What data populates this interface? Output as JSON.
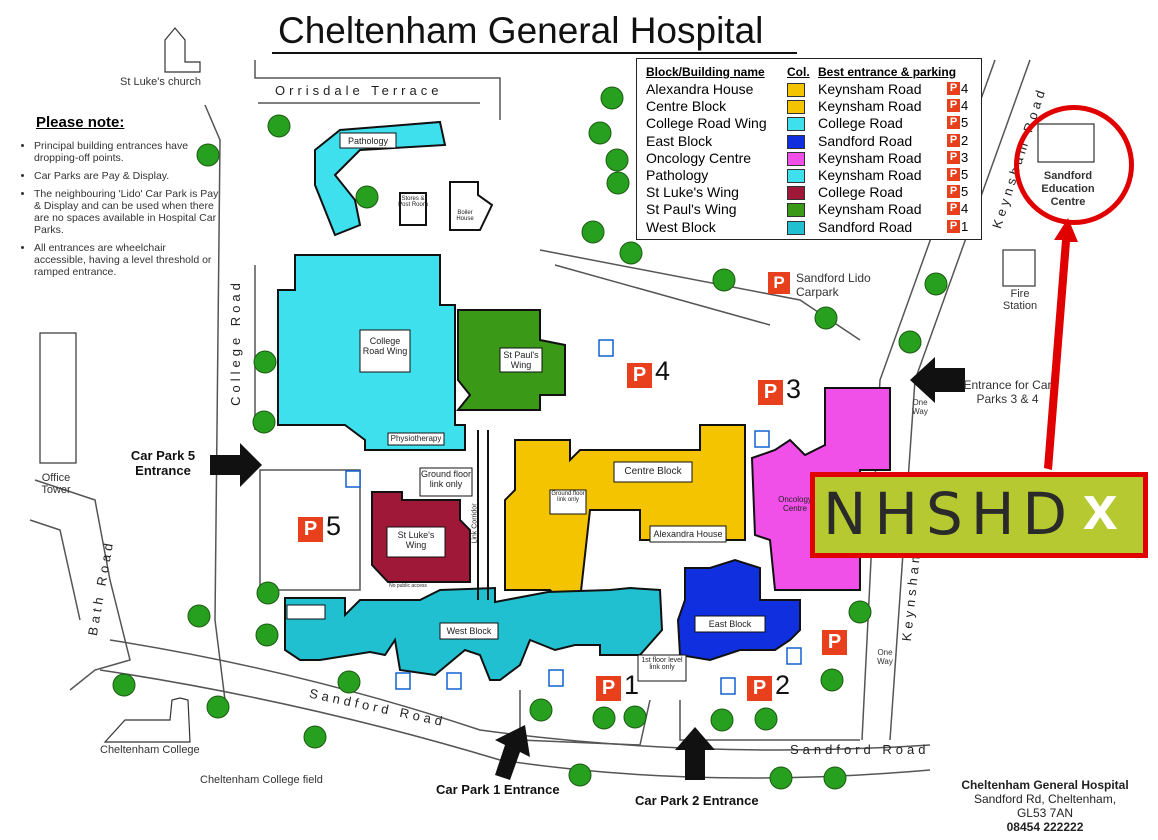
{
  "title": "Cheltenham General Hospital",
  "notes": {
    "heading": "Please note:",
    "items": [
      "Principal building entrances have dropping-off points.",
      "Car Parks are Pay & Display.",
      "The neighbouring 'Lido' Car Park is Pay & Display and can be used when there are no spaces available in Hospital Car Parks.",
      "All entrances are wheelchair accessible, having a level threshold or ramped entrance."
    ]
  },
  "legend": {
    "col_building": "Block/Building name",
    "col_colour": "Col.",
    "col_entrance": "Best entrance & parking",
    "rows": [
      {
        "name": "Alexandra House",
        "color": "#f5c400",
        "entrance": "Keynsham Road",
        "p": "P",
        "num": "4"
      },
      {
        "name": "Centre Block",
        "color": "#f5c400",
        "entrance": "Keynsham Road",
        "p": "P",
        "num": "4"
      },
      {
        "name": "College Road Wing",
        "color": "#3fe0ee",
        "entrance": "College Road",
        "p": "P",
        "num": "5"
      },
      {
        "name": "East Block",
        "color": "#1030e0",
        "entrance": "Sandford Road",
        "p": "P",
        "num": "2"
      },
      {
        "name": "Oncology Centre",
        "color": "#f050e8",
        "entrance": "Keynsham Road",
        "p": "P",
        "num": "3"
      },
      {
        "name": "Pathology",
        "color": "#3fe0ee",
        "entrance": "Keynsham Road",
        "p": "P",
        "num": "5"
      },
      {
        "name": "St Luke's Wing",
        "color": "#a01838",
        "entrance": "College Road",
        "p": "P",
        "num": "5"
      },
      {
        "name": "St Paul's Wing",
        "color": "#3a9a18",
        "entrance": "Keynsham Road",
        "p": "P",
        "num": "4"
      },
      {
        "name": "West Block",
        "color": "#20c0d0",
        "entrance": "Sandford Road",
        "p": "P",
        "num": "1"
      }
    ]
  },
  "places": {
    "st_lukes_church": "St Luke's church",
    "orrisdale": "Orrisdale  Terrace",
    "college_road": "College  Road",
    "bath_road": "Bath  Road",
    "office_tower": "Office Tower",
    "cheltenham_college": "Cheltenham College",
    "college_field": "Cheltenham College field",
    "sandford_road_left": "Sandford  Road",
    "sandford_road_right": "Sandford  Road",
    "keynsham_road": "Keynsham  Road",
    "keynsham_road_top": "Keynsham  Road",
    "fire_station": "Fire Station",
    "lido": "Sandford Lido Carpark",
    "sec": "Sandford Education Centre",
    "one_way_1": "One Way",
    "one_way_2": "One Way"
  },
  "buildings": {
    "pathology": "Pathology",
    "stores": "Stores & Post Room",
    "boiler": "Boiler House",
    "college_road_wing": "College Road Wing",
    "physiotherapy": "Physiotherapy",
    "st_pauls": "St Paul's Wing",
    "centre_block": "Centre Block",
    "alexandra": "Alexandra House",
    "oncology": "Oncology Centre",
    "st_lukes": "St Luke's Wing",
    "west_block": "West Block",
    "east_block": "East Block",
    "ground_link": "Ground floor link only",
    "ground_link2": "Ground floor link only",
    "first_link": "1st floor level link only",
    "link_corridor": "Link Corridor",
    "no_public": "No public access"
  },
  "entrances": {
    "cp5": "Car Park 5 Entrance",
    "cp1": "Car Park 1 Entrance",
    "cp2": "Car Park 2 Entrance",
    "cp34": "Entrance for Car Parks 3 & 4"
  },
  "car_parks": {
    "p": "P",
    "p1": "1",
    "p2": "2",
    "p3": "3",
    "p4": "4",
    "p5": "5"
  },
  "address": {
    "name": "Cheltenham General Hospital",
    "line1": "Sandford Rd, Cheltenham,",
    "line2": "GL53 7AN",
    "phone": "08454 222222"
  },
  "badge": {
    "logo": "NHSHD",
    "x": "x"
  },
  "colors": {
    "cyan": "#3fe0ee",
    "yellow": "#f5c400",
    "green": "#3a9a18",
    "maroon": "#a01838",
    "blue": "#1030e0",
    "magenta": "#f050e8",
    "red": "#e00000",
    "parking": "#e8401c"
  }
}
